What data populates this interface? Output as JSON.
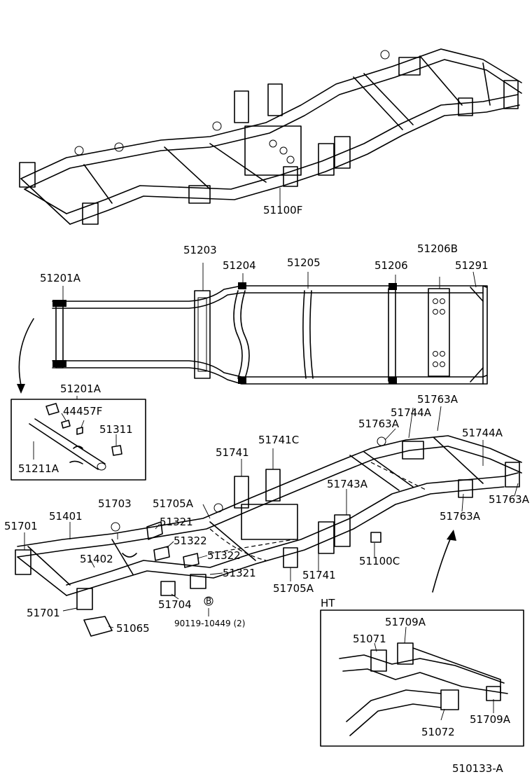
{
  "labels": {
    "l51100F": "51100F",
    "l51203": "51203",
    "l51204": "51204",
    "l51205": "51205",
    "l51206": "51206",
    "l51206B": "51206B",
    "l51291": "51291",
    "l51201A_top": "51201A",
    "l51201A_box": "51201A",
    "l44457F": "44457F",
    "l51311": "51311",
    "l51211A": "51211A",
    "l51763A_top": "51763A",
    "l51744A_left": "51744A",
    "l51763A_left": "51763A",
    "l51744A_right": "51744A",
    "l51763A_right": "51763A",
    "l51763A_bottom": "51763A",
    "l51741_top": "51741",
    "l51741C": "51741C",
    "l51743A": "51743A",
    "l51100C": "51100C",
    "l51741_bottom": "51741",
    "l51705A_bottom": "51705A",
    "l51705A_top": "51705A",
    "l51703": "51703",
    "l51401": "51401",
    "l51701_top": "51701",
    "l51321_top": "51321",
    "l51322_a": "51322",
    "l51402": "51402",
    "l51322_b": "51322",
    "l51321_bottom": "51321",
    "l51704": "51704",
    "l51701_bottom": "51701",
    "l51065": "51065",
    "l90119": "90119-10449 (2)",
    "lB": "B",
    "lHT": "HT",
    "l51709A_top": "51709A",
    "l51071": "51071",
    "l51709A_bottom": "51709A",
    "l51072": "51072",
    "code": "510133-A"
  }
}
